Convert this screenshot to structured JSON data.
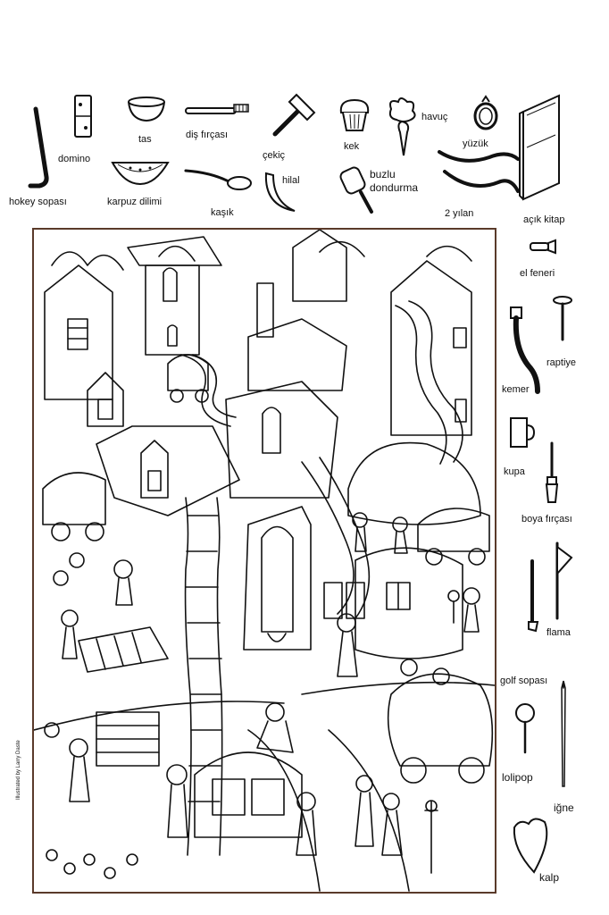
{
  "items": {
    "hokey_sopasi": "hokey sopası",
    "domino": "domino",
    "tas": "tas",
    "karpuz_dilimi": "karpuz dilimi",
    "dis_fircasi": "diş fırçası",
    "kasik": "kaşık",
    "cekic": "çekiç",
    "hilal": "hilal",
    "kek": "kek",
    "buzlu_dondurma": "buzlu\ndondurma",
    "havuc": "havuç",
    "yuzuk": "yüzük",
    "iki_yilan": "2 yılan",
    "acik_kitap": "açık kitap",
    "el_feneri": "el feneri",
    "raptiye": "raptiye",
    "kemer": "kemer",
    "kupa": "kupa",
    "boya_fircasi": "boya fırçası",
    "flama": "flama",
    "golf_sopasi": "golf sopası",
    "lolipop": "lolipop",
    "igne": "iğne",
    "kalp": "kalp"
  },
  "credit": "Illustrated by Larry Daste"
}
